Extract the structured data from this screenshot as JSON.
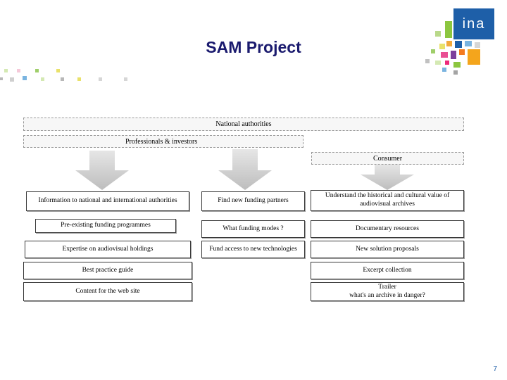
{
  "title": "SAM Project",
  "logo_text": "ina",
  "page_number": "7",
  "colors": {
    "accent": "#1e5fa8",
    "title": "#1a1a6e"
  },
  "bands": {
    "national": "National authorities",
    "professionals": "Professionals & investors",
    "consumer": "Consumer"
  },
  "col1": {
    "item0": "Information to national and international authorities",
    "item1": "Pre-existing funding programmes",
    "item2": "Expertise on audiovisual holdings",
    "item3": "Best practice guide",
    "item4": "Content for the web site"
  },
  "col2": {
    "item0": "Find new funding partners",
    "item1": "What funding modes ?",
    "item2": "Fund access to new technologies"
  },
  "col3": {
    "item0_line1": "Understand the historical and cultural value of",
    "item0_line2": "audiovisual archives",
    "item1": "Documentary resources",
    "item2": "New solution proposals",
    "item3": "Excerpt collection",
    "item4_line1": "Trailer",
    "item4_line2": "what's an archive in danger?"
  }
}
